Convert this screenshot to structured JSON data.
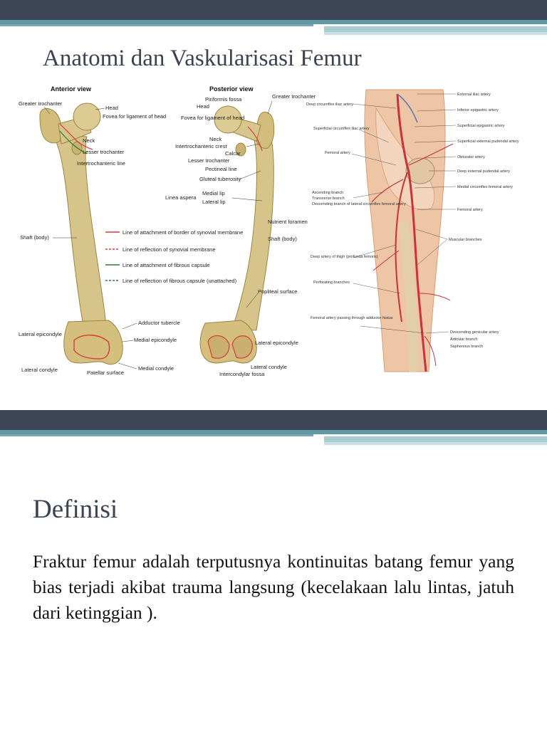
{
  "slide1": {
    "title": "Anatomi dan Vaskularisasi Femur",
    "figure": {
      "anterior": {
        "heading": "Anterior view",
        "labels": {
          "greater_trochanter": "Greater trochanter",
          "head": "Head",
          "fovea": "Fovea for ligament of head",
          "neck": "Neck",
          "lesser_trochanter": "Lesser trochanter",
          "intertrochanteric_line": "Intertrochanteric line",
          "shaft": "Shaft (body)",
          "adductor_tubercle": "Adductor tubercle",
          "lateral_epicondyle": "Lateral epicondyle",
          "medial_epicondyle": "Medial epicondyle",
          "lateral_condyle": "Lateral condyle",
          "patellar_surface": "Patellar surface",
          "medial_condyle": "Medial condyle"
        }
      },
      "legend": [
        {
          "text": "Line of attachment of border of synovial membrane",
          "color": "#d93a3a",
          "dash": "solid"
        },
        {
          "text": "Line of reflection of synovial membrane",
          "color": "#d93a3a",
          "dash": "dashed"
        },
        {
          "text": "Line of attachment of fibrous capsule",
          "color": "#2e7d32",
          "dash": "solid"
        },
        {
          "text": "Line of reflection of fibrous capsule (unattached)",
          "color": "#2e7d32",
          "dash": "dashed"
        }
      ],
      "posterior": {
        "heading": "Posterior view",
        "labels": {
          "piriformis_fossa": "Piriformis fossa",
          "greater_trochanter": "Greater trochanter",
          "head": "Head",
          "fovea": "Fovea for ligament of head",
          "neck": "Neck",
          "intertrochanteric_crest": "Intertrochanteric crest",
          "calcar": "Calcar",
          "lesser_trochanter": "Lesser trochanter",
          "pectineal_line": "Pectineal line",
          "gluteal_tuberosity": "Gluteal tuberosity",
          "medial_lip": "Medial lip",
          "lateral_lip": "Lateral lip",
          "linea_aspera": "Linea aspera",
          "nutrient_foramen": "Nutrient foramen",
          "shaft": "Shaft (body)",
          "popliteal_surface": "Popliteal surface",
          "lateral_epicondyle": "Lateral epicondyle",
          "lateral_condyle": "Lateral condyle",
          "intercondylar_fossa": "Intercondylar fossa"
        }
      },
      "vascular": {
        "labels_right": [
          "External iliac artery",
          "Inferior epigastric artery",
          "Superficial epigastric artery",
          "Superficial external pudendal artery",
          "Obturator artery",
          "Deep external pudendal artery",
          "Medial circumflex femoral artery",
          "Femoral artery",
          "Muscular branches",
          "Descending genicular artery",
          "Articular branch",
          "Saphenous branch"
        ],
        "labels_left": [
          "Deep circumflex iliac artery",
          "Superficial circumflex iliac artery",
          "Femoral artery",
          "Ascending branch",
          "Transverse branch",
          "Descending branch of lateral circumflex femoral artery",
          "Deep artery of thigh (profunda femoris)",
          "Perforating branches",
          "Femoral artery passing through adductor hiatus"
        ]
      },
      "colors": {
        "bone": "#d7c48a",
        "bone_shadow": "#b39a55",
        "skin": "#e9b48f",
        "artery": "#c8323a"
      }
    }
  },
  "slide2": {
    "title": "Definisi",
    "body": "Fraktur femur adalah terputusnya kontinuitas batang femur yang bias terjadi akibat trauma langsung (kecelakaan lalu lintas, jatuh dari ketinggian )."
  },
  "theme": {
    "dark_band": "#3d4557",
    "teal_band": "#5e9aa4",
    "light_band": "#a9cdd3",
    "title_color": "#3b4252"
  }
}
